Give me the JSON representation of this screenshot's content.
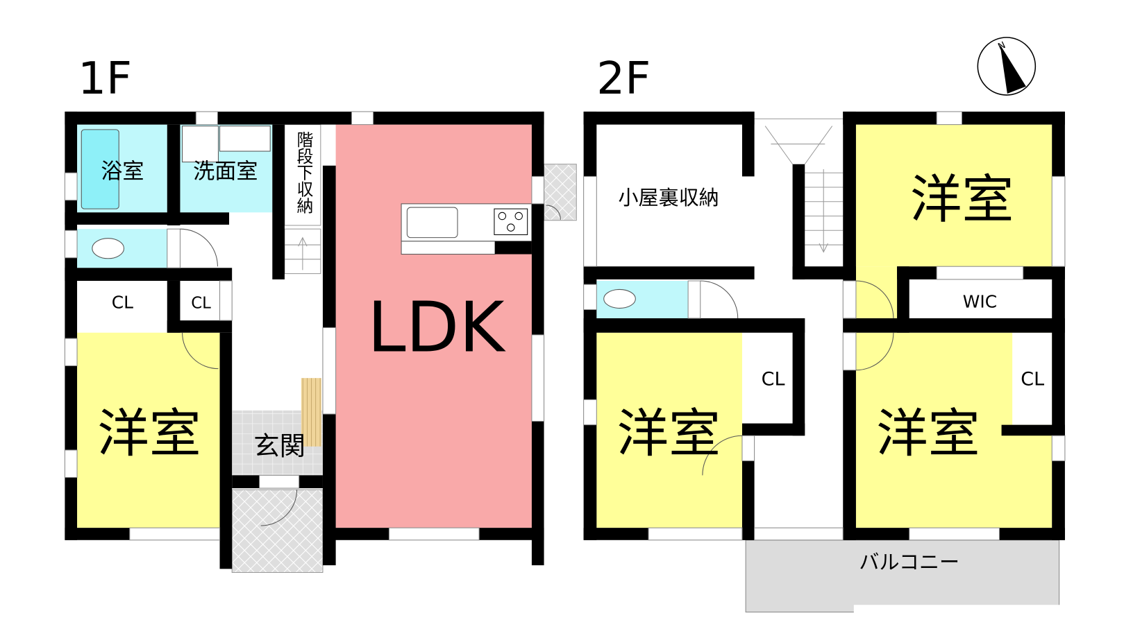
{
  "floors": {
    "first": {
      "title": "1F",
      "rooms": {
        "bath": "浴室",
        "washroom": "洗面室",
        "under_stair_storage": "階段下収納",
        "closet_left": "CL",
        "closet_right": "CL",
        "western_room": "洋室",
        "entrance": "玄関",
        "ldk": "LDK"
      }
    },
    "second": {
      "title": "2F",
      "rooms": {
        "attic_storage": "小屋裏収納",
        "western_room_top_right": "洋室",
        "wic": "WIC",
        "western_room_left": "洋室",
        "closet_left": "CL",
        "western_room_bottom_right": "洋室",
        "closet_right": "CL",
        "balcony": "バルコニー"
      }
    }
  },
  "compass": {
    "label": "N"
  },
  "colors": {
    "western_room": "#ffff99",
    "ldk": "#f9a9a9",
    "wet_area": "#c0f8fb",
    "entrance": "#dcdcdc",
    "wall": "#000000"
  }
}
